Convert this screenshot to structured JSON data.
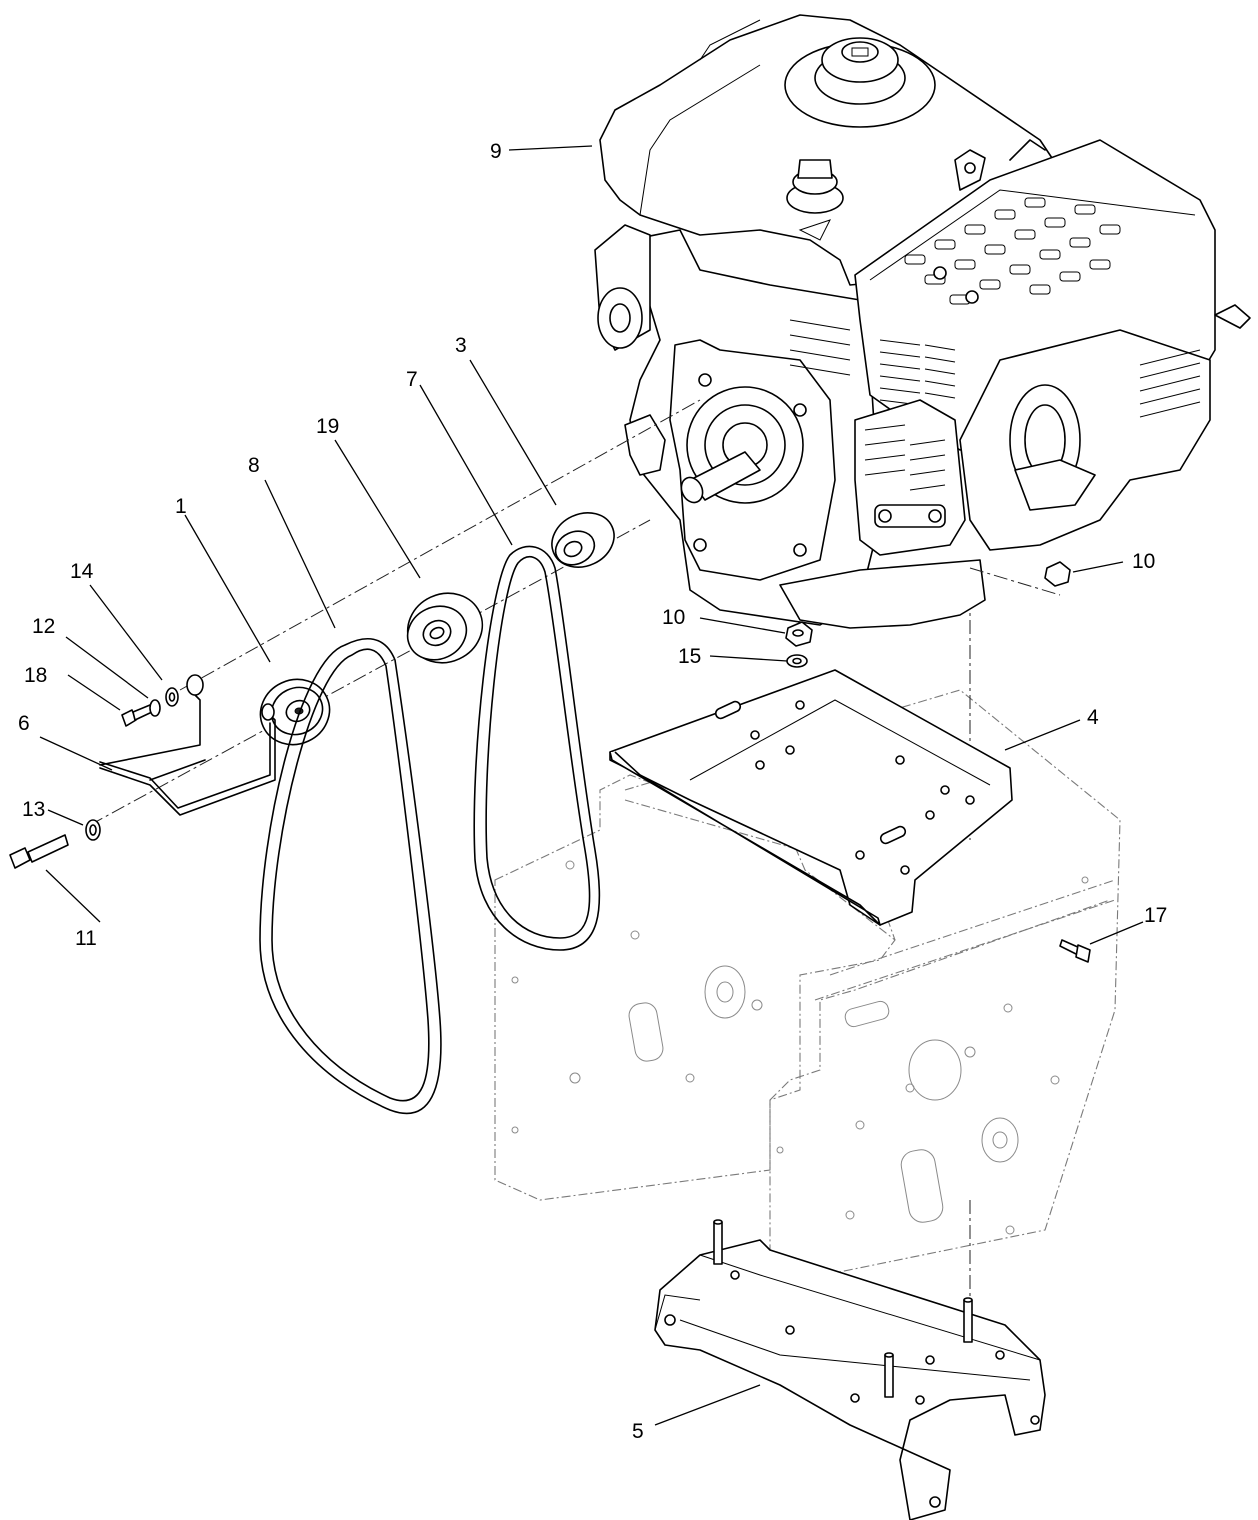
{
  "callouts": {
    "c1": "1",
    "c3": "3",
    "c4": "4",
    "c5": "5",
    "c6": "6",
    "c7": "7",
    "c8": "8",
    "c9": "9",
    "c10a": "10",
    "c10b": "10",
    "c11": "11",
    "c12": "12",
    "c13": "13",
    "c14": "14",
    "c15": "15",
    "c17": "17",
    "c18": "18",
    "c19": "19"
  },
  "colors": {
    "line": "#000000",
    "ghost": "#7a7a7a",
    "background": "#ffffff"
  }
}
